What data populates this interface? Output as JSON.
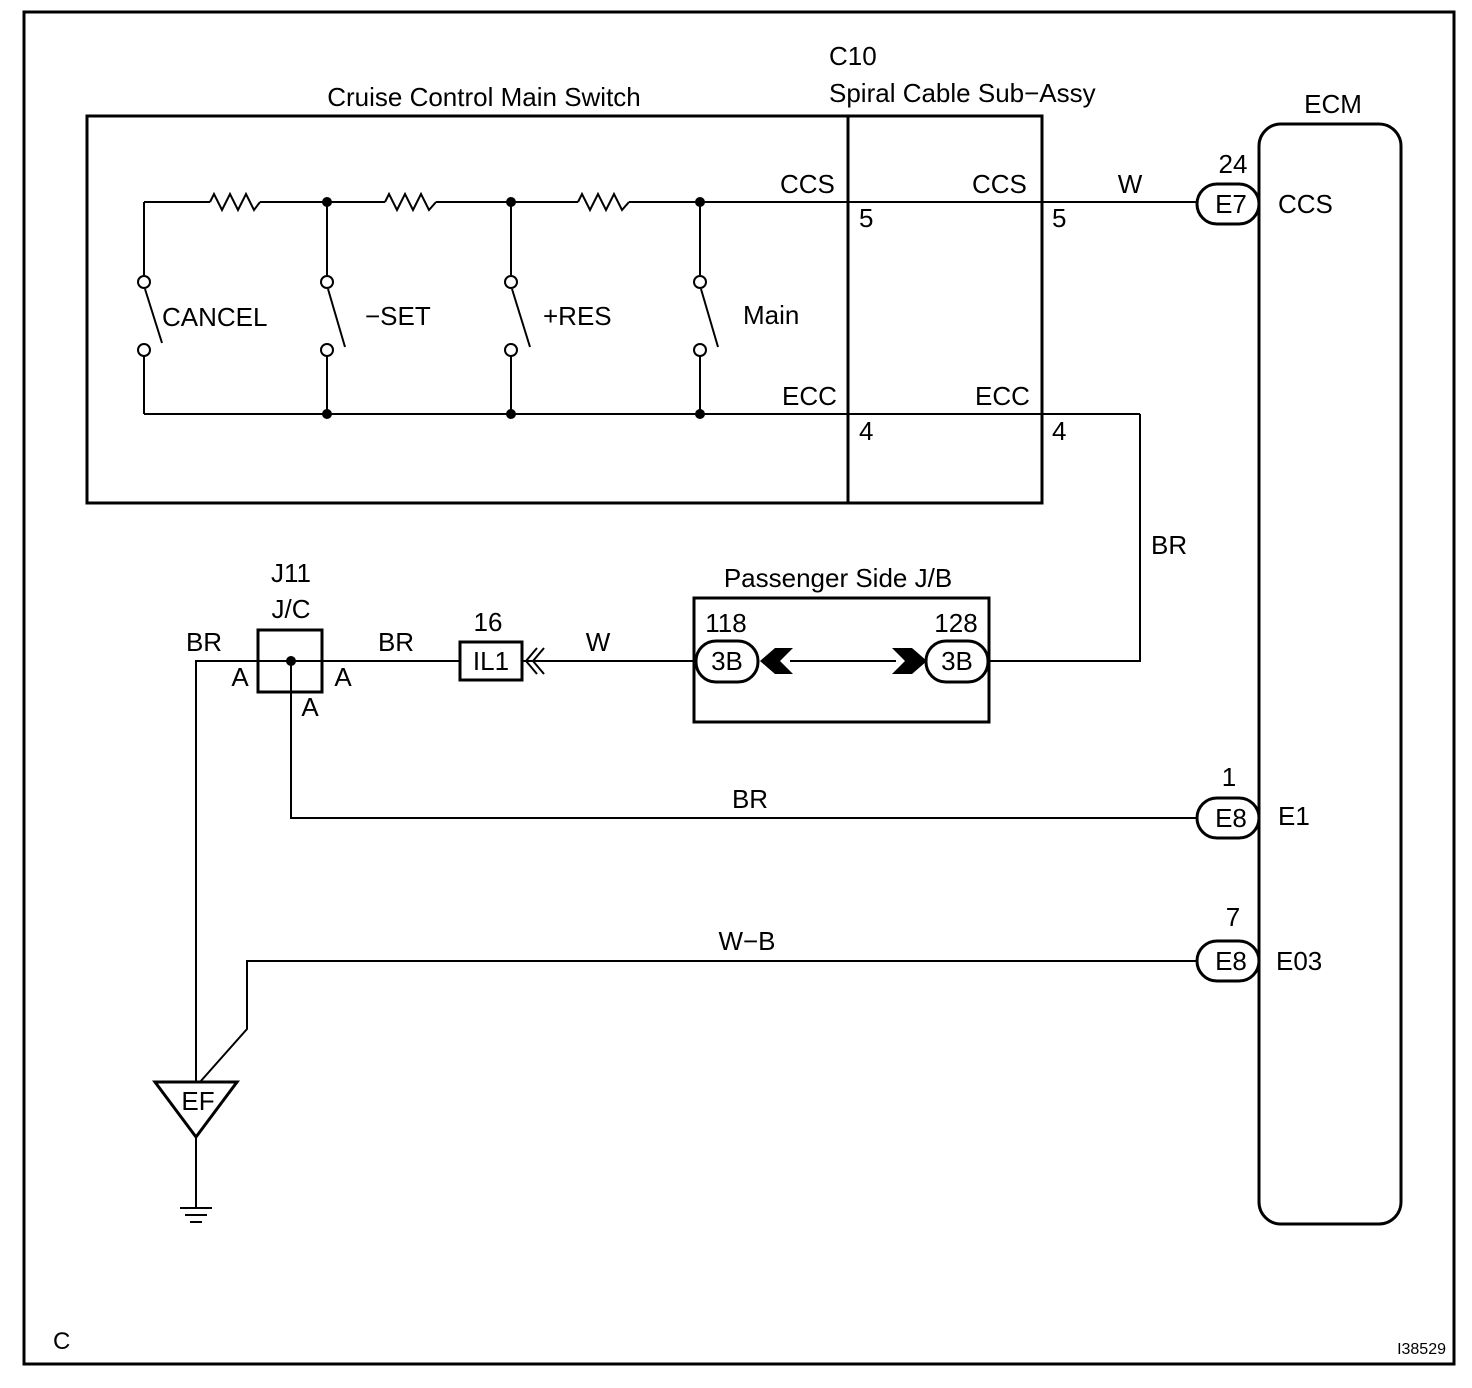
{
  "switch_block": {
    "title": "Cruise Control Main Switch",
    "switches": [
      "CANCEL",
      "−SET",
      "+RES",
      "Main"
    ],
    "terminal_ccs": "CCS",
    "terminal_ecc": "ECC"
  },
  "spiral_cable": {
    "code": "C10",
    "name": "Spiral Cable Sub−Assy",
    "ccs_label": "CCS",
    "ecc_label": "ECC",
    "pin_ccs_left": "5",
    "pin_ccs_right": "5",
    "pin_ecc_left": "4",
    "pin_ecc_right": "4"
  },
  "ecm": {
    "title": "ECM",
    "connectors": [
      {
        "pin": "24",
        "code": "E7",
        "terminal": "CCS"
      },
      {
        "pin": "1",
        "code": "E8",
        "terminal": "E1"
      },
      {
        "pin": "7",
        "code": "E8",
        "terminal": "E03"
      }
    ]
  },
  "wires": {
    "ccs_to_ecm": "W",
    "ecc_to_jb": "BR",
    "jb_to_il1": "W",
    "il1_to_jc": "BR",
    "jc_to_ground": "BR",
    "jc_to_e1": "BR",
    "e03_to_ground": "W−B"
  },
  "junction_connector": {
    "code": "J11",
    "name": "J/C",
    "pin_left": "A",
    "pin_right": "A",
    "pin_bottom": "A"
  },
  "inline_connector": {
    "pin": "16",
    "code": "IL1"
  },
  "junction_block": {
    "title": "Passenger Side J/B",
    "left": {
      "pin": "118",
      "code": "3B"
    },
    "right": {
      "pin": "128",
      "code": "3B"
    }
  },
  "ground": {
    "code": "EF"
  },
  "footer": {
    "section": "C",
    "figure_id": "I38529"
  }
}
